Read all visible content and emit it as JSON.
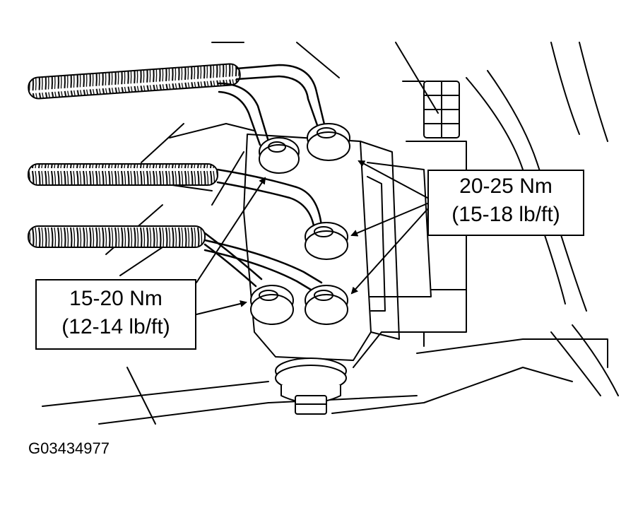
{
  "callouts": {
    "upper_right": {
      "line1": "20-25 Nm",
      "line2": "(15-18 lb/ft)"
    },
    "lower_left": {
      "line1": "15-20 Nm",
      "line2": "(12-14 lb/ft)"
    }
  },
  "figure_id": "G03434977",
  "colors": {
    "ink": "#000000",
    "paper": "#ffffff"
  }
}
